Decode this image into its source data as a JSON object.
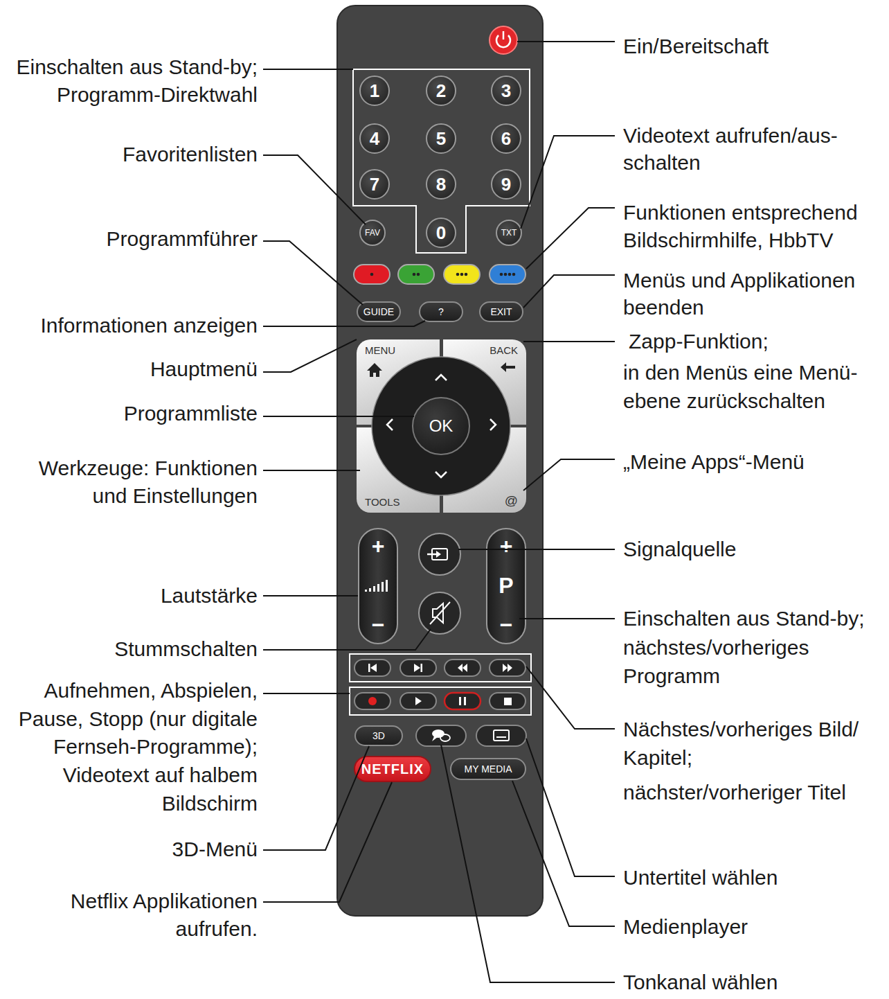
{
  "diagram": {
    "nodes": [
      {
        "text": [
          "1"
        ]
      },
      {
        "text": [
          "2"
        ]
      },
      {
        "text": [
          "3"
        ]
      },
      {
        "text": [
          "4"
        ]
      },
      {
        "text": [
          "5"
        ]
      },
      {
        "text": [
          "6"
        ]
      },
      {
        "text": [
          "7"
        ]
      },
      {
        "text": [
          "8"
        ]
      },
      {
        "text": [
          "9"
        ]
      },
      {
        "text": [
          "FAV"
        ]
      },
      {
        "text": [
          "0"
        ]
      },
      {
        "text": [
          "TXT"
        ]
      },
      {
        "text": [
          "GUIDE"
        ]
      },
      {
        "text": [
          "?"
        ]
      },
      {
        "text": [
          "EXIT"
        ]
      },
      {
        "text": [
          "MENU"
        ]
      },
      {
        "text": [
          "BACK"
        ]
      },
      {
        "text": [
          "OK"
        ]
      },
      {
        "text": [
          "TOOLS"
        ]
      },
      {
        "text": [
          "@"
        ]
      },
      {
        "text": [
          "+",
          "−"
        ]
      },
      {
        "text": [
          "+",
          "P",
          "−"
        ]
      },
      {
        "text": [
          "3D"
        ]
      },
      {
        "text": [
          "NETFLIX"
        ]
      },
      {
        "text": [
          "MY MEDIA"
        ]
      }
    ],
    "labels": [
      "Einschalten aus Stand-by; Programm-Direktwahl",
      "Favoritenlisten",
      "Programmführer",
      "Informationen anzeigen",
      "Hauptmenü",
      "Programmliste",
      "Werkzeuge: Funktionen und Einstellungen",
      "Lautstärke",
      "Stummschalten",
      "Aufnehmen, Abspielen, Pause, Stopp (nur digitale Fernseh-Programme); Videotext auf halbem Bildschirm",
      "3D-Menü",
      "Netflix Applikationen aufrufen.",
      "Ein/Bereitschaft",
      "Videotext aufrufen/aus- schalten",
      "Funktionen entsprechend Bildschirmhilfe, HbbTV",
      "Menüs und Applikationen beenden",
      "Zapp-Funktion;",
      "in den Menüs eine Menü- ebene zurückschalten",
      "„Meine Apps“-Menü",
      "Signalquelle",
      "Einschalten aus Stand-by; nächstes/vorheriges Programm",
      "Nächstes/vorheriges Bild/ Kapitel;",
      "nächster/vorheriger Titel",
      "Untertitel wählen",
      "Medienplayer",
      "Tonkanal wählen"
    ]
  }
}
